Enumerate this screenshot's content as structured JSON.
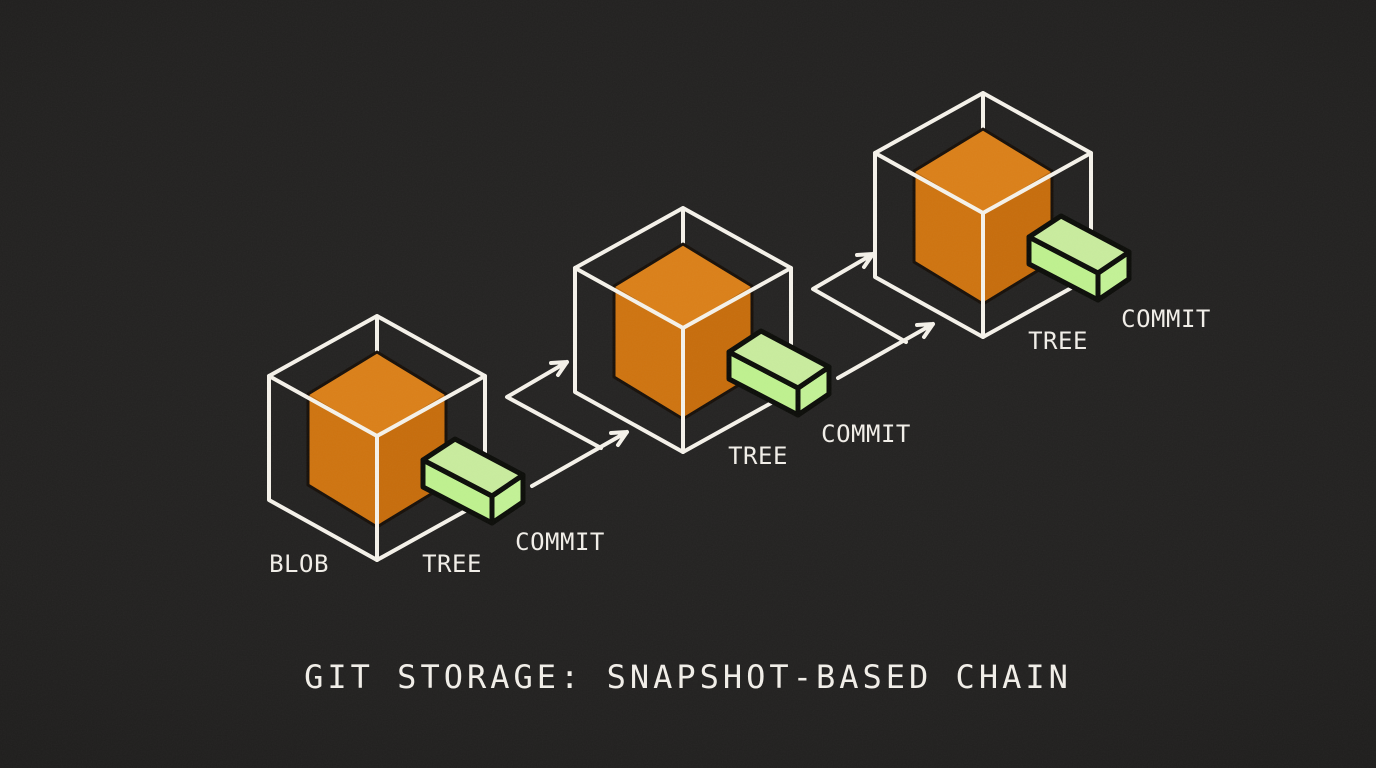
{
  "title": "GIT STORAGE: SNAPSHOT-BASED CHAIN",
  "colors": {
    "background": "#222120",
    "background_edge": "#1B1A19",
    "line_white": "#F5F2EA",
    "text": "#F2EFE9",
    "orange_top": "#DB8019",
    "orange_left": "#CF7410",
    "orange_right": "#C76D0C",
    "orange_outline": "#17100A",
    "green_top": "#C9EC9E",
    "green_front": "#BFF18F",
    "green_end": "#C3F296",
    "green_outline": "#0C0D09"
  },
  "snapshots": [
    {
      "id": "snapshot-1",
      "labels": {
        "blob": "BLOB",
        "tree": "TREE",
        "commit": "COMMIT"
      }
    },
    {
      "id": "snapshot-2",
      "labels": {
        "tree": "TREE",
        "commit": "COMMIT"
      }
    },
    {
      "id": "snapshot-3",
      "labels": {
        "tree": "TREE",
        "commit": "COMMIT"
      }
    }
  ]
}
